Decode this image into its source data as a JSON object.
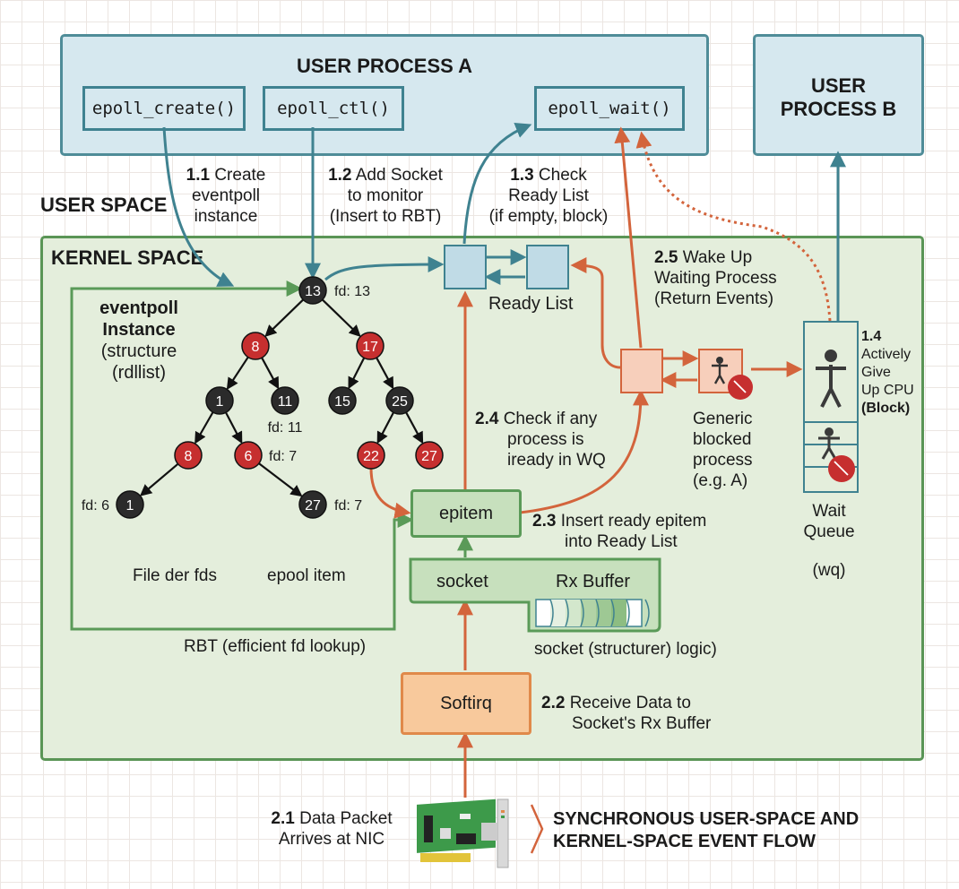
{
  "user_space": {
    "label": "USER SPACE",
    "process_a": {
      "title": "USER PROCESS A",
      "functions": [
        "epoll_create()",
        "epoll_ctl()",
        "epoll_wait()"
      ]
    },
    "process_b": {
      "title_line1": "USER",
      "title_line2": "PROCESS B"
    }
  },
  "steps": {
    "s1_1": {
      "num": "1.1",
      "text1": "Create",
      "text2": "eventpoll",
      "text3": "instance"
    },
    "s1_2": {
      "num": "1.2",
      "text1": "Add Socket",
      "text2": "to monitor",
      "text3": "(Insert to RBT)"
    },
    "s1_3": {
      "num": "1.3",
      "text1": "Check",
      "text2": "Ready List",
      "text3": "(if empty, block)"
    },
    "s1_4": {
      "num": "1.4",
      "text1": "Actively",
      "text2": "Give",
      "text3": "Up CPU",
      "text4": "(Block)"
    },
    "s2_1": {
      "num": "2.1",
      "text1": "Data Packet",
      "text2": "Arrives at NIC"
    },
    "s2_2": {
      "num": "2.2",
      "text1": "Receive Data to",
      "text2": "Socket's Rx Buffer"
    },
    "s2_3": {
      "num": "2.3",
      "text1": "Insert ready epitem",
      "text2": "into Ready List"
    },
    "s2_4": {
      "num": "2.4",
      "text1": "Check if any",
      "text2": "process is",
      "text3": "iready in WQ"
    },
    "s2_5": {
      "num": "2.5",
      "text1": "Wake Up",
      "text2": "Waiting Process",
      "text3": "(Return Events)"
    }
  },
  "kernel_space": {
    "label": "KERNEL SPACE",
    "eventpoll": {
      "line1": "eventpoll",
      "line2": "Instance",
      "line3": "(structure",
      "line4": "(rdllist)"
    },
    "rbt_caption": "RBT (efficient fd lookup)",
    "file_caption": "File der fds",
    "epool_caption": "epool item",
    "tree_nodes": [
      {
        "id": "n13",
        "value": "13",
        "color": "black",
        "fd": "fd: 13"
      },
      {
        "id": "n8a",
        "value": "8",
        "color": "red",
        "fd": ""
      },
      {
        "id": "n17",
        "value": "17",
        "color": "red",
        "fd": ""
      },
      {
        "id": "n1a",
        "value": "1",
        "color": "black",
        "fd": ""
      },
      {
        "id": "n11",
        "value": "11",
        "color": "black",
        "fd": "fd: 11"
      },
      {
        "id": "n15",
        "value": "15",
        "color": "black",
        "fd": ""
      },
      {
        "id": "n25",
        "value": "25",
        "color": "black",
        "fd": ""
      },
      {
        "id": "n8b",
        "value": "8",
        "color": "red",
        "fd": ""
      },
      {
        "id": "n6",
        "value": "6",
        "color": "red",
        "fd": "fd: 7"
      },
      {
        "id": "n22",
        "value": "22",
        "color": "red",
        "fd": ""
      },
      {
        "id": "n27a",
        "value": "27",
        "color": "red",
        "fd": ""
      },
      {
        "id": "n1b",
        "value": "1",
        "color": "black",
        "fd": "fd: 6"
      },
      {
        "id": "n27b",
        "value": "27",
        "color": "black",
        "fd": "fd: 7"
      }
    ],
    "ready_list_label": "Ready List",
    "generic_blocked": {
      "line1": "Generic",
      "line2": "blocked",
      "line3": "process",
      "line4": "(e.g. A)"
    },
    "wait_queue": {
      "line1": "Wait",
      "line2": "Queue",
      "line3": "(wq)"
    },
    "epitem_label": "epitem",
    "socket_label": "socket",
    "rx_buffer_label": "Rx Buffer",
    "socket_caption": "socket (structurer) logic)",
    "softirq_label": "Softirq"
  },
  "footer_title": {
    "line1": "SYNCHRONOUS USER-SPACE AND",
    "line2": "KERNEL-SPACE EVENT FLOW"
  },
  "colors": {
    "teal": "#3f8290",
    "orange": "#d3643c",
    "green": "#5a9a58",
    "node_red": "#c62f2f",
    "node_black": "#2b2b2b"
  }
}
